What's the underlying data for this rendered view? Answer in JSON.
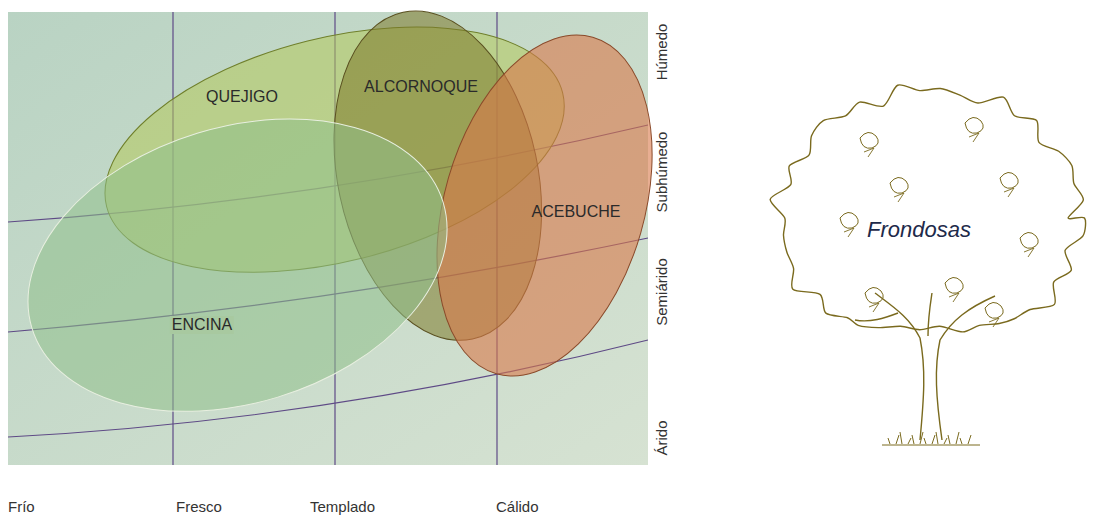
{
  "diagram": {
    "nodes": [
      {
        "text": [
          "QUEJIGO"
        ]
      },
      {
        "text": [
          "ALCORNOQUE"
        ]
      },
      {
        "text": [
          "ACEBUCHE"
        ]
      },
      {
        "text": [
          "ENCINA"
        ]
      },
      {
        "text": [
          "Frondosas"
        ]
      }
    ],
    "labels": [
      "Frío",
      "Fresco",
      "Templado",
      "Cálido",
      "Árido",
      "Semiárido",
      "Subhúmedo",
      "Húmedo"
    ]
  }
}
